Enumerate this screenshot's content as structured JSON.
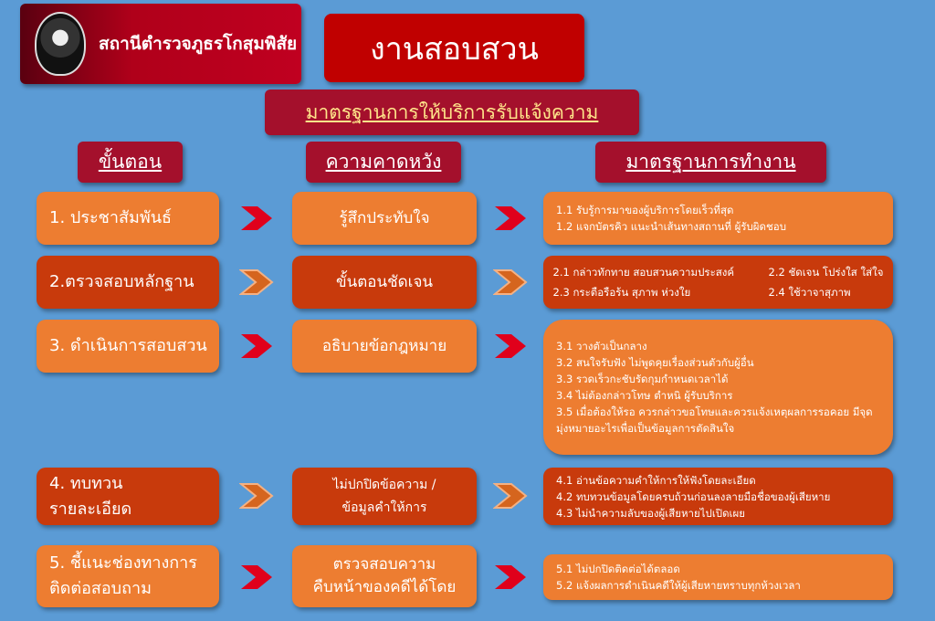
{
  "header": {
    "station": "สถานีตำรวจภูธรโกสุมพิสัย",
    "title": "งานสอบสวน",
    "subtitle": "มาตรฐานการให้บริการรับแจ้งความ"
  },
  "columns": {
    "steps": "ขั้นตอน",
    "expectation": "ความคาดหวัง",
    "standard": "มาตรฐานการทำงาน"
  },
  "rows": [
    {
      "step": "1. ประชาสัมพันธ์",
      "expect": "รู้สึกประทับใจ",
      "items": [
        "1.1 รับรู้การมาของผู้บริการโดยเร็วที่สุด",
        "1.2 แจกบัตรคิว แนะนำเส้นทางสถานที่ ผู้รับผิดชอบ"
      ]
    },
    {
      "step": "2.ตรวจสอบหลักฐาน",
      "expect": "ขั้นตอนชัดเจน",
      "items": [
        "2.1 กล่าวทักทาย สอบสวนความประสงค์",
        "2.2 ชัดเจน โปร่งใส ใส่ใจ",
        "2.3 กระตือรือร้น สุภาพ ห่วงใย",
        "2.4 ใช้วาจาสุภาพ"
      ]
    },
    {
      "step": "3. ดำเนินการสอบสวน",
      "expect": "อธิบายข้อกฎหมาย",
      "items": [
        "3.1 วางตัวเป็นกลาง",
        "3.2 สนใจรับฟัง ไม่พูดคุยเรื่องส่วนตัวกับผู้อื่น",
        "3.3 รวดเร็วกะชับรัดกุมกำหนดเวลาได้",
        "3.4 ไม่ต้องกล่าวโทษ ตำหนิ ผู้รับบริการ",
        "3.5 เมื่อต้องให้รอ ควรกล่าวขอโทษและควรแจ้งเหตุผลการรอคอย มีจุดมุ่งหมายอะไรเพื่อเป็นข้อมูลการตัดสินใจ"
      ]
    },
    {
      "step_l1": "4. ทบทวน",
      "step_l2": "รายละเอียด",
      "expect_l1": "ไม่ปกปิดข้อความ /",
      "expect_l2": "ข้อมูลคำให้การ",
      "items": [
        "4.1 อ่านข้อความคำให้การให้ฟังโดยละเอียด",
        "4.2 ทบทวนข้อมูลโดยครบถ้วนก่อนลงลายมือชื่อของผู้เสียหาย",
        "4.3 ไม่นำความลับของผู้เสียหายไปเปิดเผย"
      ]
    },
    {
      "step_l1": "5. ชี้แนะช่องทางการ",
      "step_l2": "ติดต่อสอบถาม",
      "expect_l1": "ตรวจสอบความ",
      "expect_l2": "คืบหน้าของคดีได้โดย",
      "items": [
        "5.1 ไม่ปกปิดติดต่อได้ตลอด",
        "5.2 แจ้งผลการดำเนินคดีให้ผู้เสียหายทราบทุกห้วงเวลา"
      ]
    }
  ],
  "colors": {
    "background": "#5b9bd5",
    "orange": "#ed7d31",
    "dark": "#c83a0c",
    "red": "#c00000"
  }
}
